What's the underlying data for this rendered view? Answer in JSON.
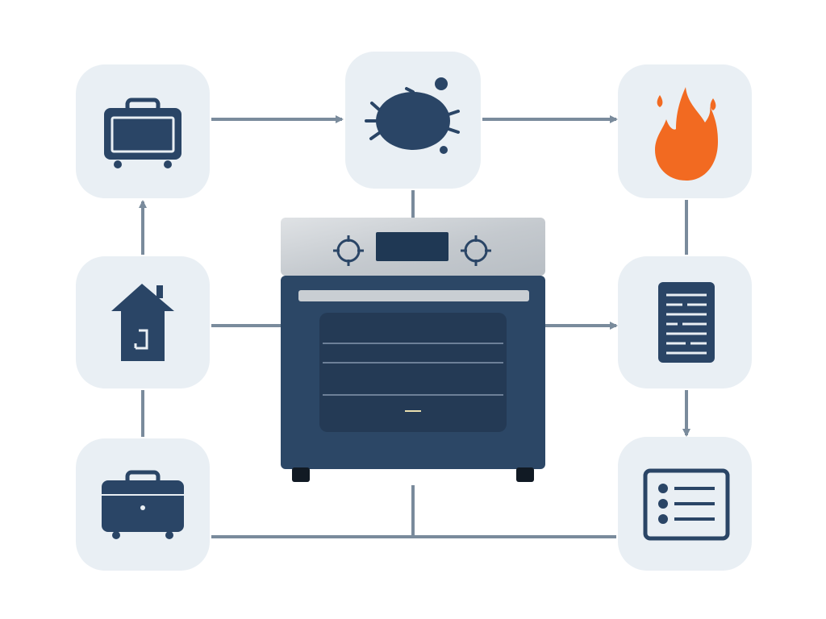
{
  "diagram": {
    "center": {
      "icon": "oven-icon"
    },
    "nodes": [
      {
        "id": "luggage-top",
        "icon": "suitcase-icon"
      },
      {
        "id": "spill",
        "icon": "spill-splatter-icon"
      },
      {
        "id": "fire",
        "icon": "flame-icon"
      },
      {
        "id": "house",
        "icon": "house-icon"
      },
      {
        "id": "document",
        "icon": "document-list-icon"
      },
      {
        "id": "luggage-bottom",
        "icon": "suitcase-icon"
      },
      {
        "id": "checklist",
        "icon": "checklist-icon"
      }
    ],
    "edges": [
      {
        "from": "luggage-top",
        "to": "spill",
        "arrow": true
      },
      {
        "from": "spill",
        "to": "fire",
        "arrow": true
      },
      {
        "from": "house",
        "to": "luggage-top",
        "arrow": true
      },
      {
        "from": "oven",
        "to": "document",
        "arrow": true
      },
      {
        "from": "document",
        "to": "checklist",
        "arrow": true
      },
      {
        "from": "house",
        "to": "oven",
        "arrow": false
      },
      {
        "from": "spill",
        "to": "oven",
        "arrow": false
      },
      {
        "from": "fire",
        "to": "document",
        "arrow": false
      },
      {
        "from": "house",
        "to": "luggage-bottom",
        "arrow": false
      },
      {
        "from": "luggage-bottom",
        "to": "checklist",
        "arrow": false
      },
      {
        "from": "oven",
        "to": "bottom-connector",
        "arrow": false
      }
    ],
    "colors": {
      "tile": "#e9eff4",
      "line": "#7a8b9c",
      "navy": "#2a4566",
      "flame": "#f26a21",
      "steel": "#c9ced3",
      "oven_body": "#2c4766",
      "oven_window": "#243a55"
    }
  }
}
